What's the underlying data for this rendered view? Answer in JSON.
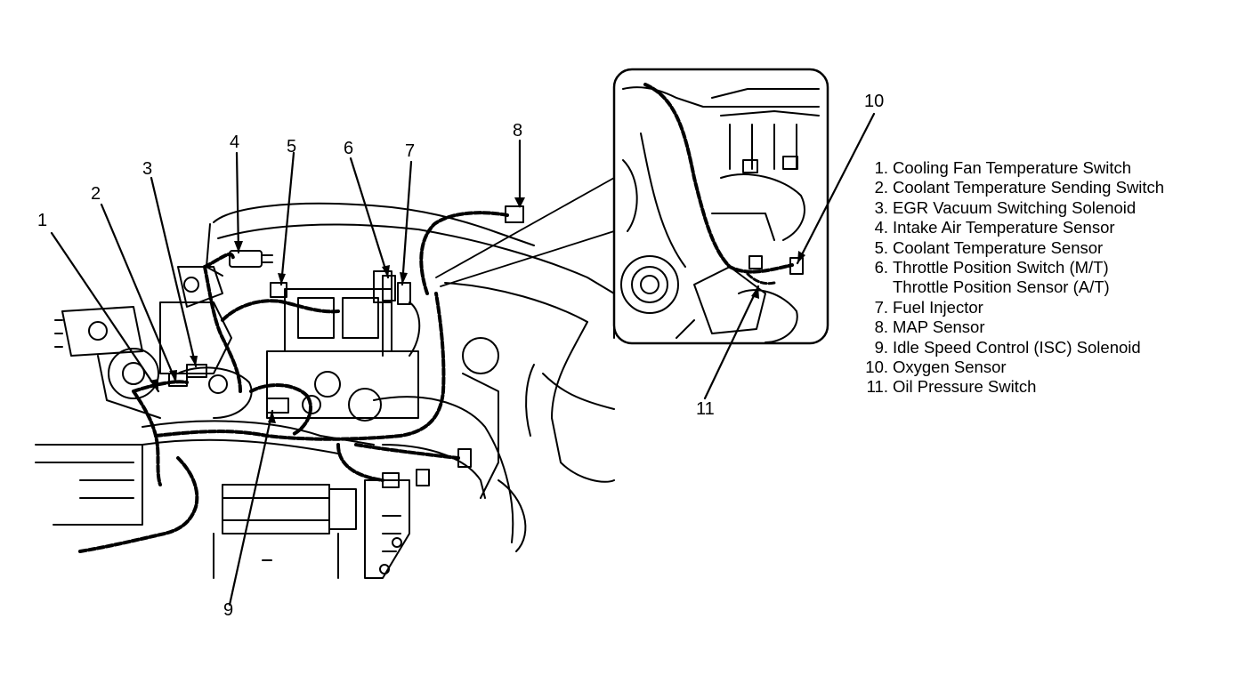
{
  "callouts": {
    "c1": "1",
    "c2": "2",
    "c3": "3",
    "c4": "4",
    "c5": "5",
    "c6": "6",
    "c7": "7",
    "c8": "8",
    "c9": "9",
    "c10": "10",
    "c11": "11"
  },
  "legend": [
    {
      "num": "1.",
      "text": "Cooling Fan Temperature Switch"
    },
    {
      "num": "2.",
      "text": "Coolant Temperature Sending Switch"
    },
    {
      "num": "3.",
      "text": "EGR Vacuum Switching Solenoid"
    },
    {
      "num": "4.",
      "text": "Intake Air Temperature Sensor"
    },
    {
      "num": "5.",
      "text": "Coolant Temperature Sensor"
    },
    {
      "num": "6.",
      "text": "Throttle Position Switch (M/T)"
    },
    {
      "num": "",
      "text": "Throttle Position Sensor (A/T)"
    },
    {
      "num": "7.",
      "text": "Fuel Injector"
    },
    {
      "num": "8.",
      "text": "MAP Sensor"
    },
    {
      "num": "9.",
      "text": "Idle Speed Control (ISC) Solenoid"
    },
    {
      "num": "10.",
      "text": "Oxygen Sensor"
    },
    {
      "num": "11.",
      "text": "Oil Pressure Switch"
    }
  ]
}
